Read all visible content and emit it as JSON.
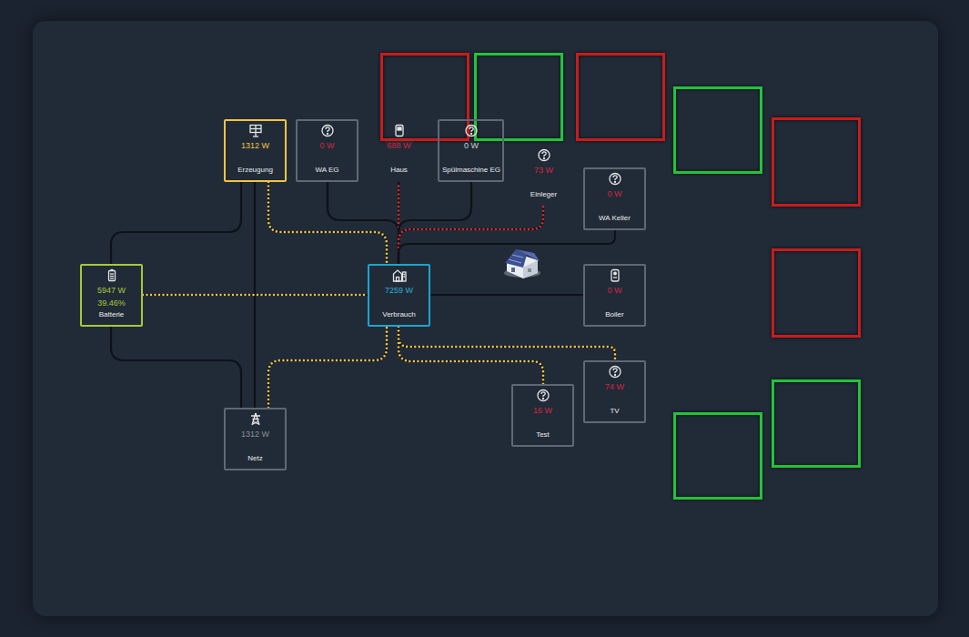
{
  "diagram": {
    "nodes": [
      {
        "text": [
          "1312 W",
          "Erzeugung"
        ]
      },
      {
        "text": [
          "0 W",
          "WA EG"
        ]
      },
      {
        "text": [
          "688 W",
          "Haus"
        ]
      },
      {
        "text": [
          "0 W",
          "Spülmaschine EG"
        ]
      },
      {
        "text": [
          "73 W",
          "Einleger"
        ]
      },
      {
        "text": [
          "0 W",
          "WA Keller"
        ]
      },
      {
        "text": [
          "5947 W",
          "39.46%",
          "Batterie"
        ]
      },
      {
        "text": [
          "7259 W",
          "Verbrauch"
        ]
      },
      {
        "text": [
          "0 W",
          "Boiler"
        ]
      },
      {
        "text": [
          "74 W",
          "TV"
        ]
      },
      {
        "text": [
          "16 W",
          "Test"
        ]
      },
      {
        "text": [
          "1312 W",
          "Netz"
        ]
      }
    ],
    "edges": [
      {
        "from": 0,
        "to": 6,
        "arrow": "none"
      },
      {
        "from": 0,
        "to": 7,
        "arrow": "none"
      },
      {
        "from": 0,
        "to": 11,
        "arrow": "none"
      },
      {
        "from": 6,
        "to": 7,
        "arrow": "none"
      },
      {
        "from": 6,
        "to": 11,
        "arrow": "none"
      },
      {
        "from": 11,
        "to": 7,
        "arrow": "none"
      },
      {
        "from": 7,
        "to": 1,
        "arrow": "none"
      },
      {
        "from": 7,
        "to": 2,
        "arrow": "none"
      },
      {
        "from": 7,
        "to": 3,
        "arrow": "none"
      },
      {
        "from": 7,
        "to": 4,
        "arrow": "none"
      },
      {
        "from": 7,
        "to": 5,
        "arrow": "none"
      },
      {
        "from": 7,
        "to": 8,
        "arrow": "none"
      },
      {
        "from": 7,
        "to": 9,
        "arrow": "none"
      },
      {
        "from": 7,
        "to": 10,
        "arrow": "none"
      }
    ]
  }
}
